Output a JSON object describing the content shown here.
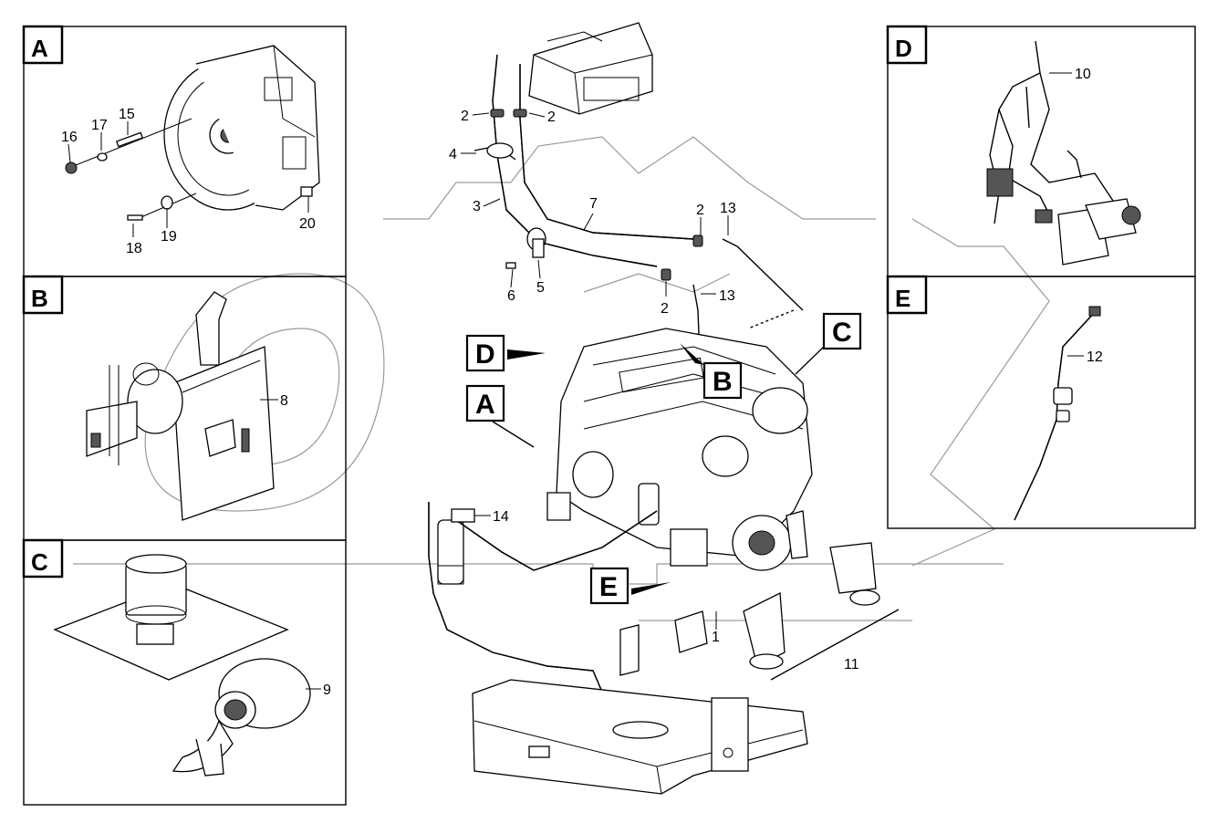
{
  "panels": {
    "A": {
      "label": "A",
      "callouts": [
        "16",
        "17",
        "15",
        "18",
        "19",
        "20"
      ]
    },
    "B": {
      "label": "B",
      "callouts": [
        "8"
      ]
    },
    "C": {
      "label": "C",
      "callouts": [
        "9"
      ]
    },
    "D": {
      "label": "D",
      "callouts": [
        "10"
      ]
    },
    "E": {
      "label": "E",
      "callouts": [
        "12"
      ]
    }
  },
  "main": {
    "callouts": [
      "2",
      "2",
      "4",
      "3",
      "7",
      "2",
      "13",
      "6",
      "5",
      "2",
      "13",
      "14",
      "1",
      "11"
    ],
    "markers": [
      "D",
      "A",
      "B",
      "C",
      "E"
    ]
  }
}
